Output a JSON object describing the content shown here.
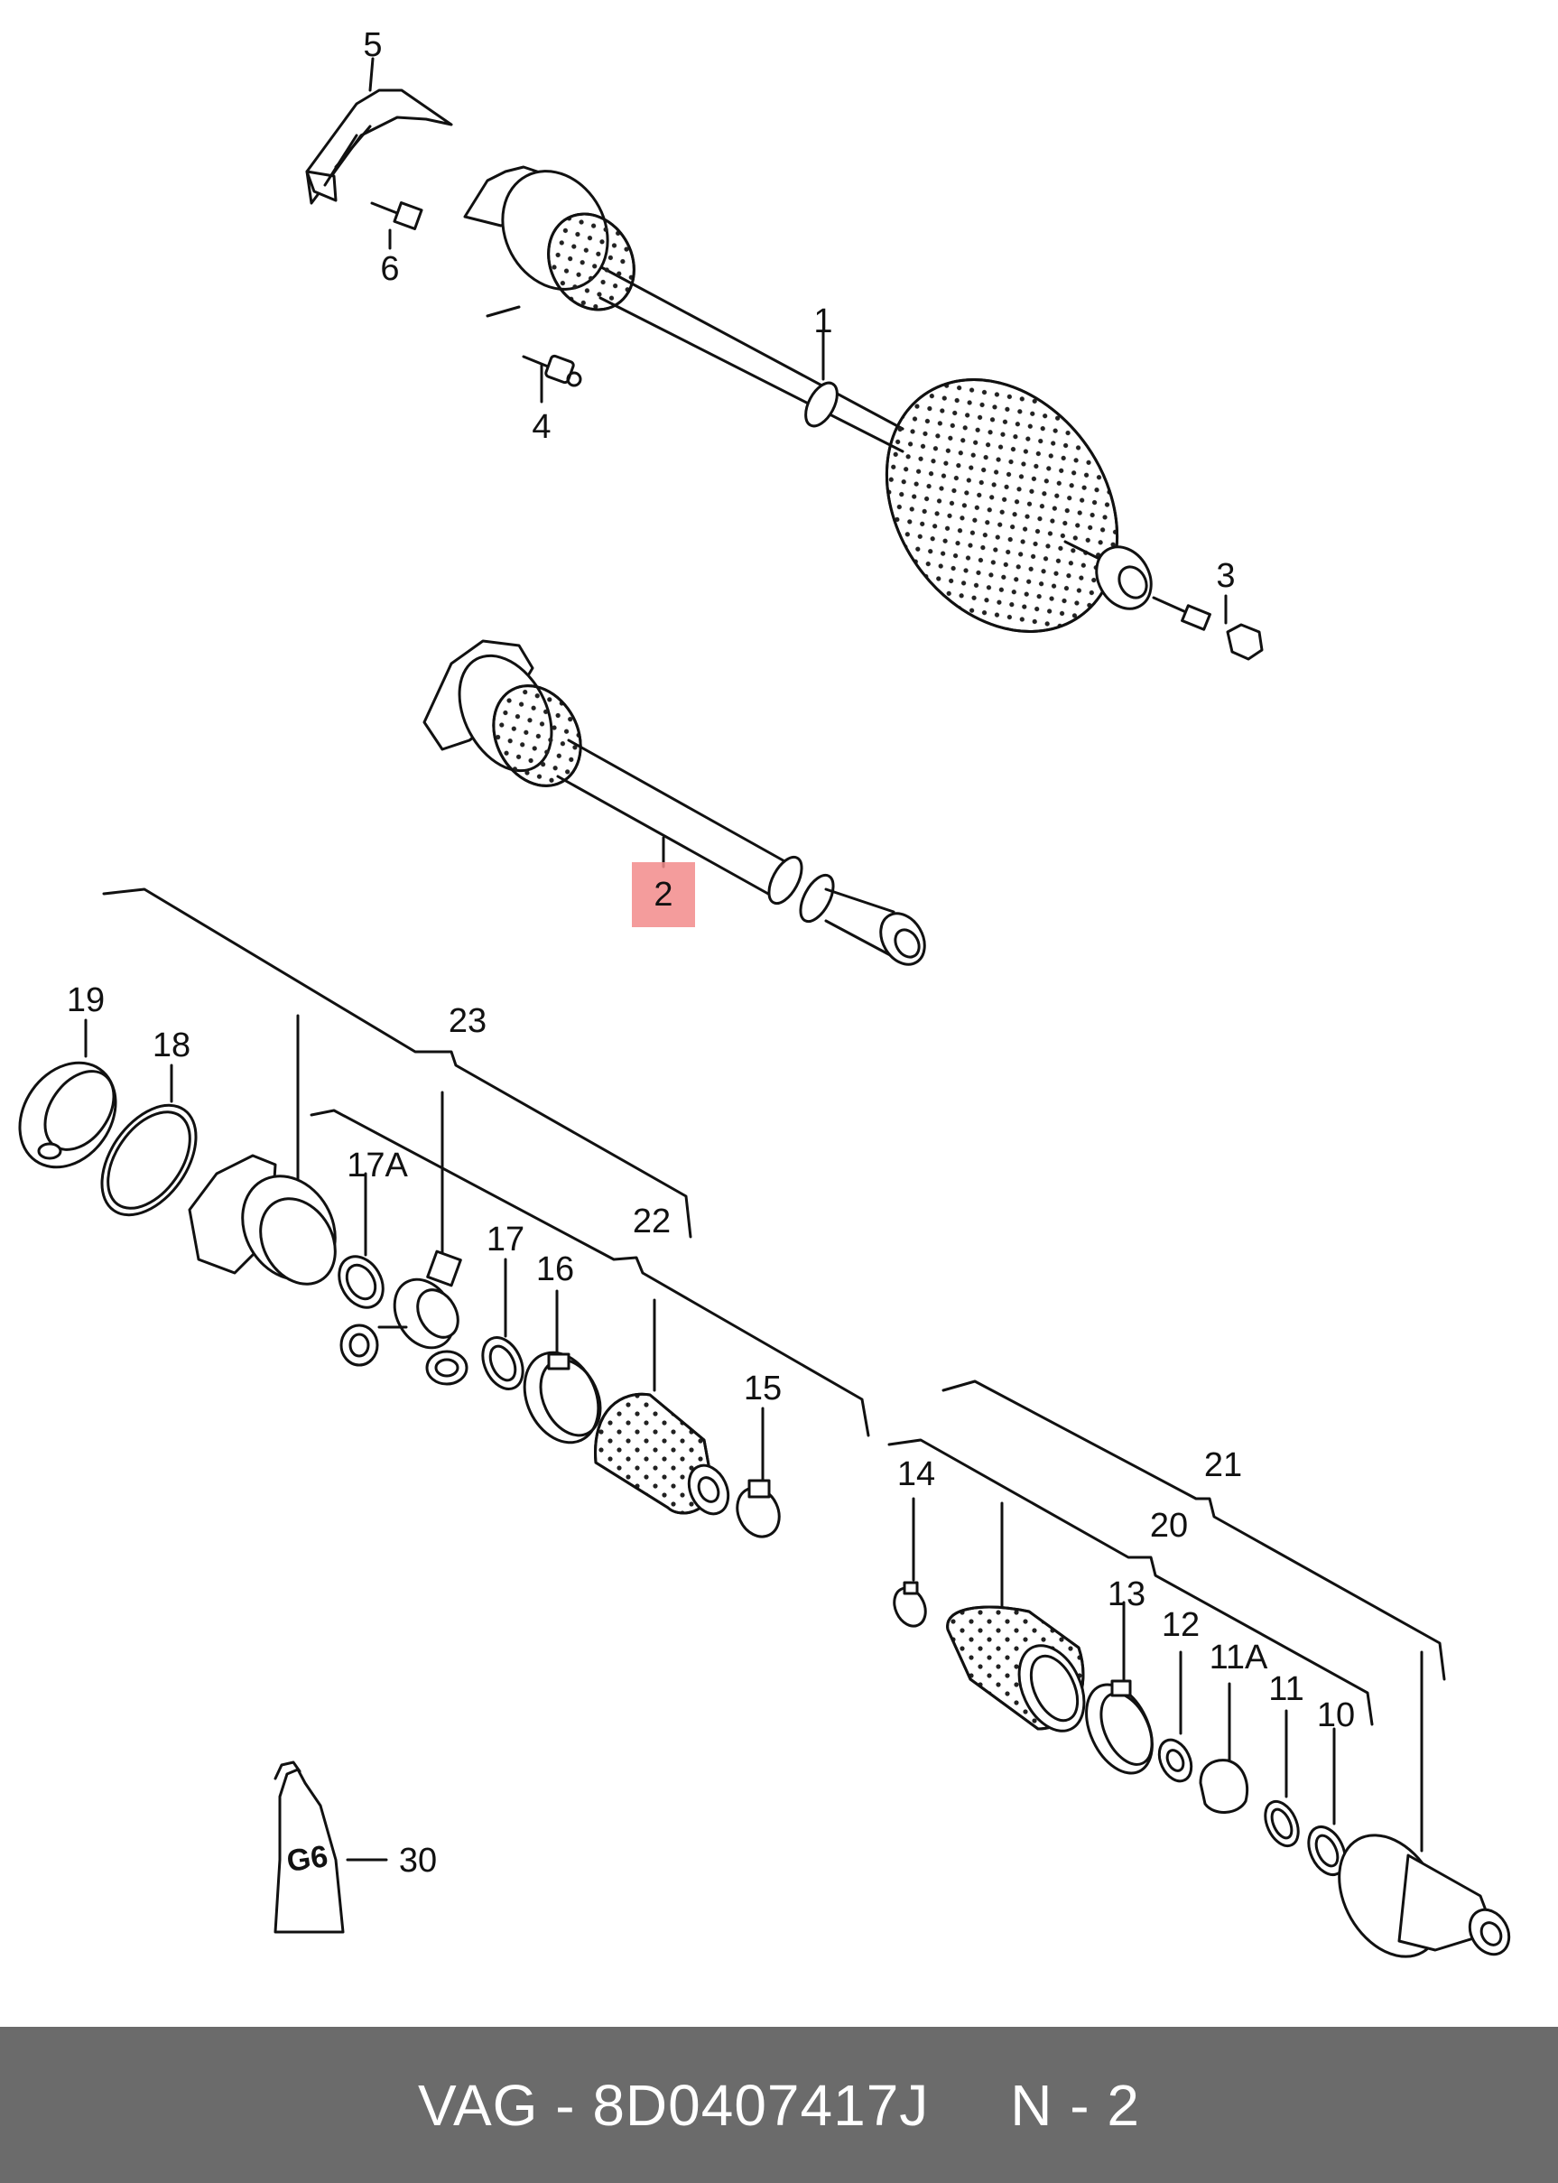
{
  "diagram": {
    "labels": {
      "p1": "1",
      "p2": "2",
      "p3": "3",
      "p4": "4",
      "p5": "5",
      "p6": "6",
      "p10": "10",
      "p11": "11",
      "p11a": "11A",
      "p12": "12",
      "p13": "13",
      "p14": "14",
      "p15": "15",
      "p16": "16",
      "p17": "17",
      "p17a": "17A",
      "p18": "18",
      "p19": "19",
      "p20": "20",
      "p21": "21",
      "p22": "22",
      "p23": "23",
      "p30": "30"
    },
    "highlighted_part": "2",
    "highlight_color": "#f28b8b",
    "grease_tube_text": "G6"
  },
  "footer": {
    "part_ref": "VAG - 8D0407417J",
    "position_ref": "N - 2",
    "background": "#6b6b6b"
  }
}
